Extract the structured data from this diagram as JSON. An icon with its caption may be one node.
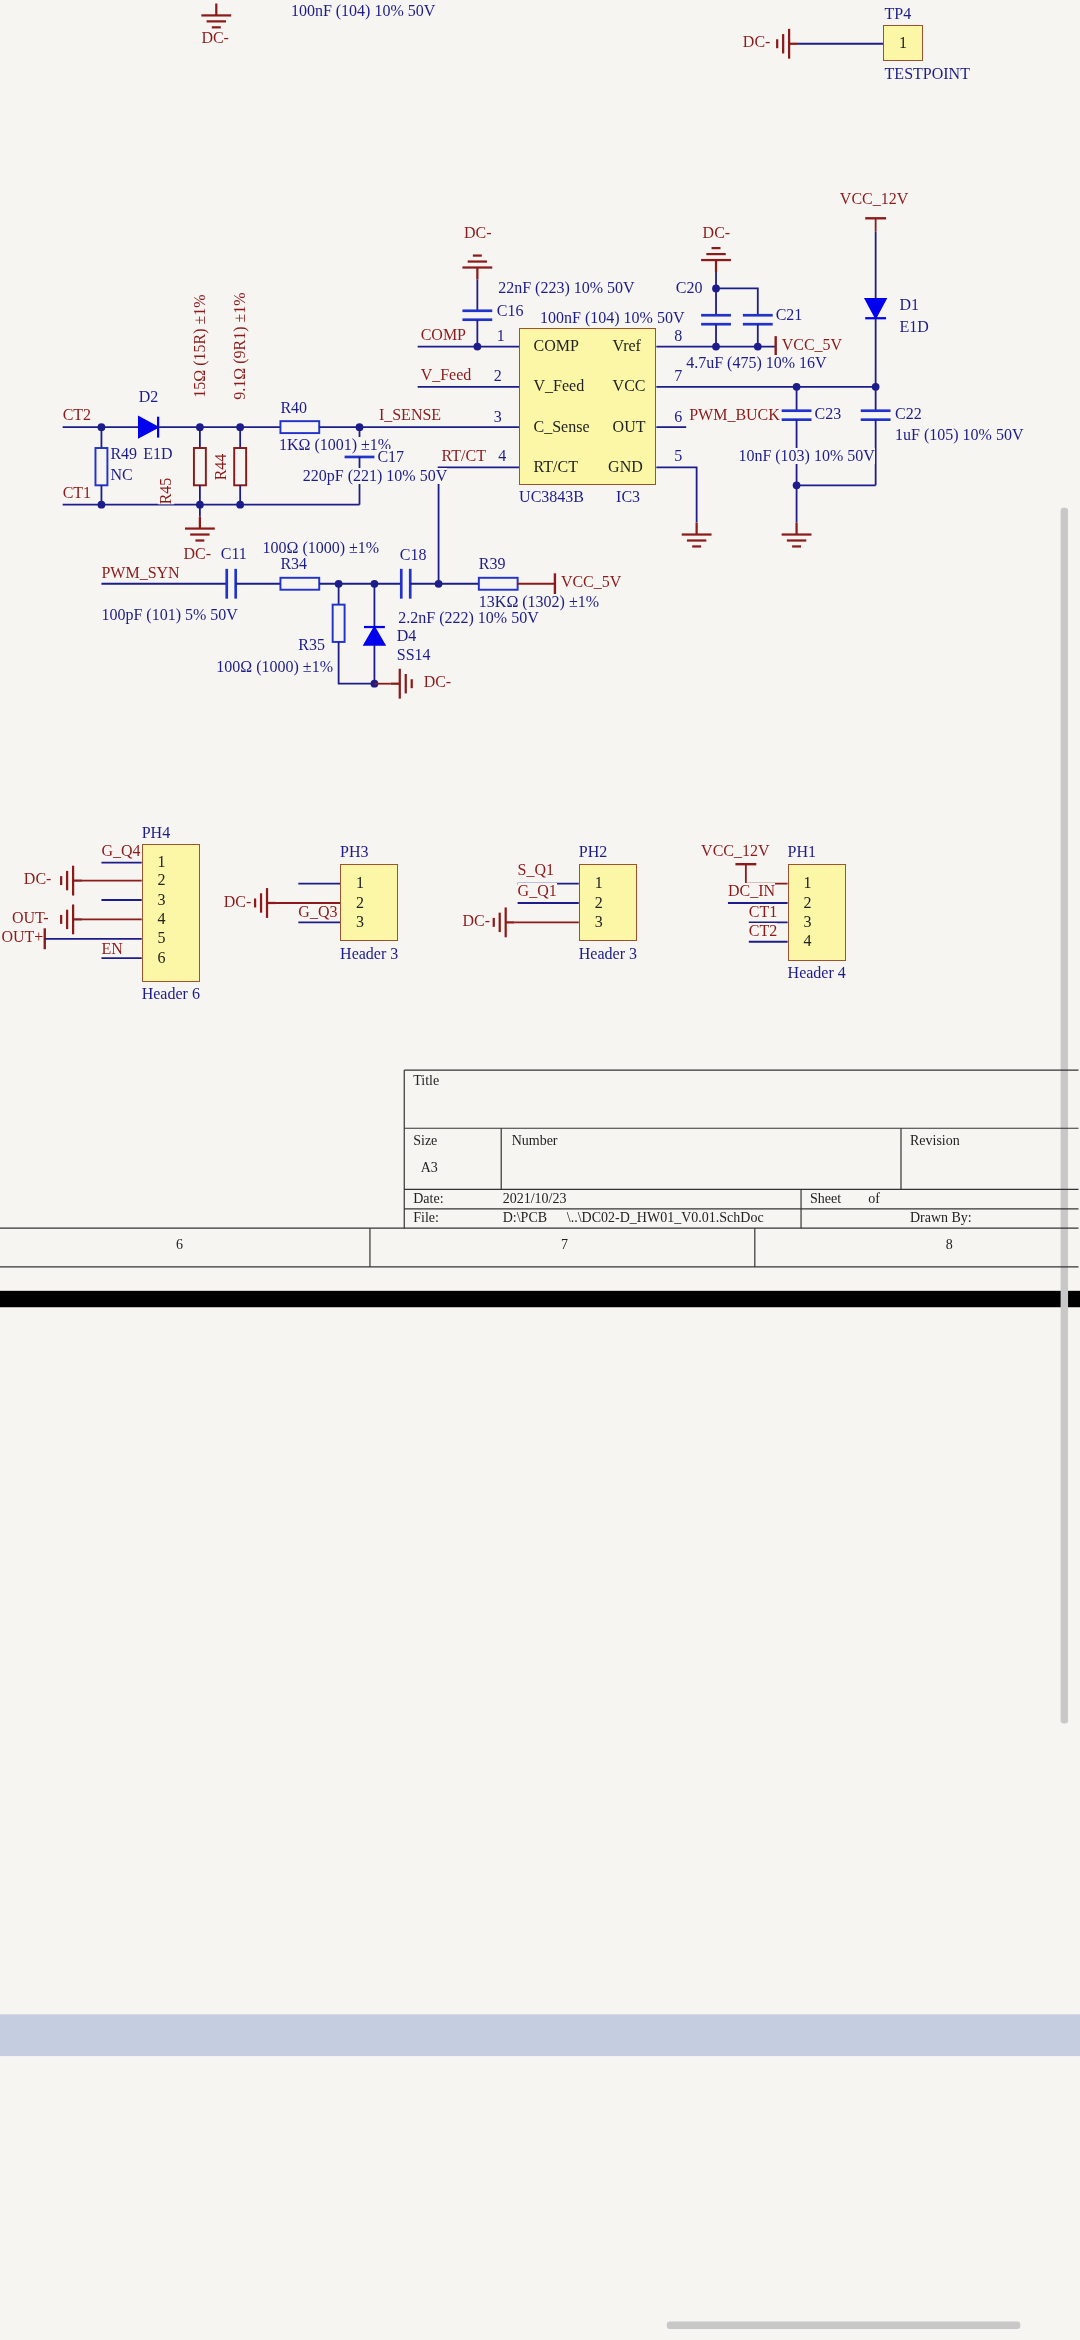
{
  "diagram": {
    "nodes": [
      {
        "text": [
          "1"
        ],
        "beside": [
          "TP4",
          "TESTPOINT"
        ]
      },
      {
        "text": [
          "COMP",
          "V_Feed",
          "C_Sense",
          "RT/CT",
          "Vref",
          "VCC",
          "OUT",
          "GND"
        ],
        "beside": [
          "UC3843B",
          "IC3"
        ]
      },
      {
        "text": [
          "1",
          "2",
          "3",
          "4",
          "5",
          "6"
        ],
        "beside": [
          "PH4",
          "Header 6"
        ]
      },
      {
        "text": [
          "1",
          "2",
          "3"
        ],
        "beside": [
          "PH3",
          "Header 3"
        ]
      },
      {
        "text": [
          "1",
          "2",
          "3"
        ],
        "beside": [
          "PH2",
          "Header 3"
        ]
      },
      {
        "text": [
          "1",
          "2",
          "3",
          "4"
        ],
        "beside": [
          "PH1",
          "Header 4"
        ]
      }
    ],
    "labels": [
      "DC-",
      "100nF (104) 10% 50V",
      "DC-",
      "VCC_12V",
      "DC-",
      "DC-",
      "15Ω (15R) ±1%",
      "9.1Ω (9R1) ±1%",
      "22nF (223) 10% 50V",
      "C20",
      "D1",
      "C16",
      "100nF (104) 10% 50V",
      "C21",
      "E1D",
      "COMP",
      "1",
      "8",
      "VCC_5V",
      "4.7uF (475) 10% 16V",
      "V_Feed",
      "2",
      "7",
      "D2",
      "R40",
      "CT2",
      "I_SENSE",
      "3",
      "6",
      "PWM_BUCK",
      "C23",
      "C22",
      "1uF (105) 10% 50V",
      "1KΩ (1001) ±1%",
      "C17",
      "RT/CT",
      "4",
      "5",
      "10nF (103) 10% 50V",
      "R49",
      "E1D",
      "R44",
      "NC",
      "220pF (221) 10% 50V",
      "R45",
      "CT1",
      "DC-",
      "C11",
      "100Ω (1000) ±1%",
      "C18",
      "PWM_SYN",
      "R34",
      "R39",
      "VCC_5V",
      "13KΩ (1302) ±1%",
      "100pF (101) 5% 50V",
      "2.2nF (222) 10% 50V",
      "D4",
      "R35",
      "SS14",
      "100Ω (1000) ±1%",
      "DC-",
      "G_Q4",
      "VCC_12V",
      "S_Q1",
      "DC-",
      "DC-",
      "G_Q1",
      "DC_IN",
      "G_Q3",
      "CT1",
      "OUT-",
      "DC-",
      "CT2",
      "OUT+",
      "EN",
      "Title",
      "Size",
      "Number",
      "Revision",
      "A3",
      "Date:",
      "2021/10/23",
      "Sheet",
      "of",
      "File:",
      "D:\\PCB",
      "\\..\\DC02-D_HW01_V0.01.SchDoc",
      "Drawn By:",
      "6",
      "7",
      "8"
    ]
  }
}
